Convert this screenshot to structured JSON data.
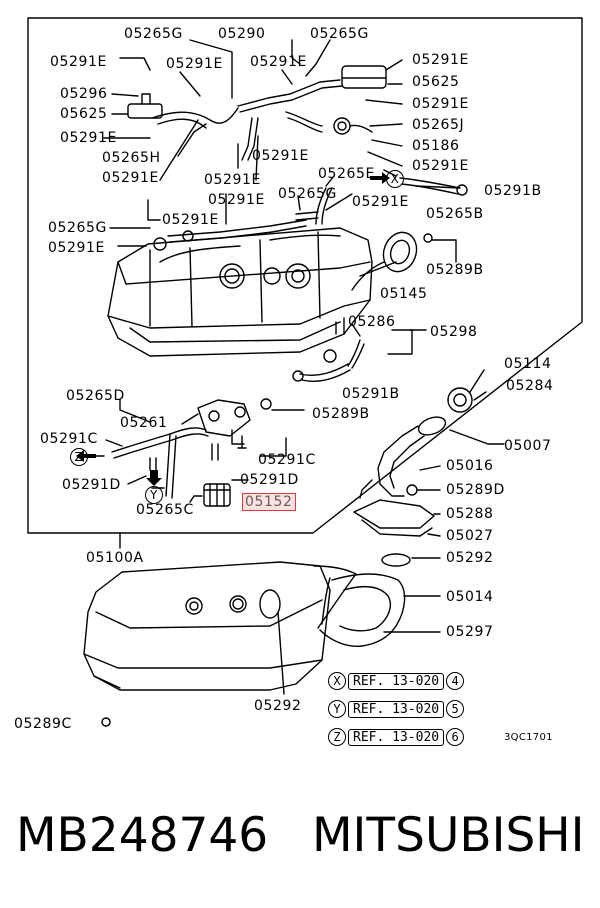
{
  "diagram": {
    "part_labels": {
      "l01": "05265G",
      "l02": "05290",
      "l03": "05265G",
      "l04": "05291E",
      "l05": "05291E",
      "l06": "05291E",
      "l07": "05291E",
      "l08": "05296",
      "l09": "05625",
      "l10": "05291E",
      "l11": "05625",
      "l12": "05265J",
      "l13": "05291E",
      "l14": "05186",
      "l15": "05265H",
      "l16": "05291E",
      "l17": "05291E",
      "l18": "05291E",
      "l19": "05291E",
      "l20": "05265E",
      "l21": "05291B",
      "l22": "05265G",
      "l23": "05291E",
      "l24": "05291E",
      "l25": "05265B",
      "l26": "05265G",
      "l27": "05291E",
      "l28": "05291E",
      "l29": "05289B",
      "l30": "05145",
      "l31": "05286",
      "l32": "05298",
      "l33": "05291B",
      "l34": "05114",
      "l35": "05265D",
      "l36": "05284",
      "l37": "05261",
      "l38": "05289B",
      "l39": "05291C",
      "l40": "05007",
      "l41": "05291C",
      "l42": "05016",
      "l43": "05291D",
      "l44": "05291D",
      "l45": "05289D",
      "l46": "05265C",
      "l47": "05152",
      "l48": "05288",
      "l49": "05027",
      "l50": "05100A",
      "l51": "05292",
      "l52": "05014",
      "l53": "05297",
      "l54": "05292",
      "l55": "05289C"
    },
    "callouts": {
      "x": "X",
      "y": "Y",
      "z": "Z"
    },
    "refs": [
      {
        "key": "X",
        "text": "REF. 13-020",
        "num": "4"
      },
      {
        "key": "Y",
        "text": "REF. 13-020",
        "num": "5"
      },
      {
        "key": "Z",
        "text": "REF. 13-020",
        "num": "6"
      }
    ],
    "drawing_code": "3QC1701"
  },
  "footer": {
    "part_number": "MB248746",
    "brand": "MITSUBISHI"
  },
  "colors": {
    "highlight_border": "#e23a3a",
    "highlight_fill": "#fbe1e1"
  }
}
